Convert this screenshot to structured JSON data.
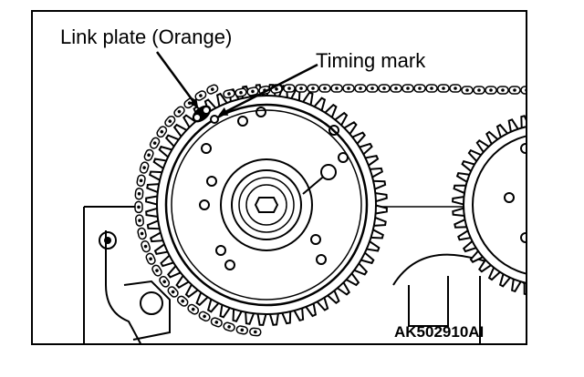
{
  "labels": {
    "link_plate": "Link plate (Orange)",
    "timing_mark": "Timing mark"
  },
  "figure_code": "AK502910AI",
  "colors": {
    "line": "#000000",
    "background": "#ffffff"
  }
}
